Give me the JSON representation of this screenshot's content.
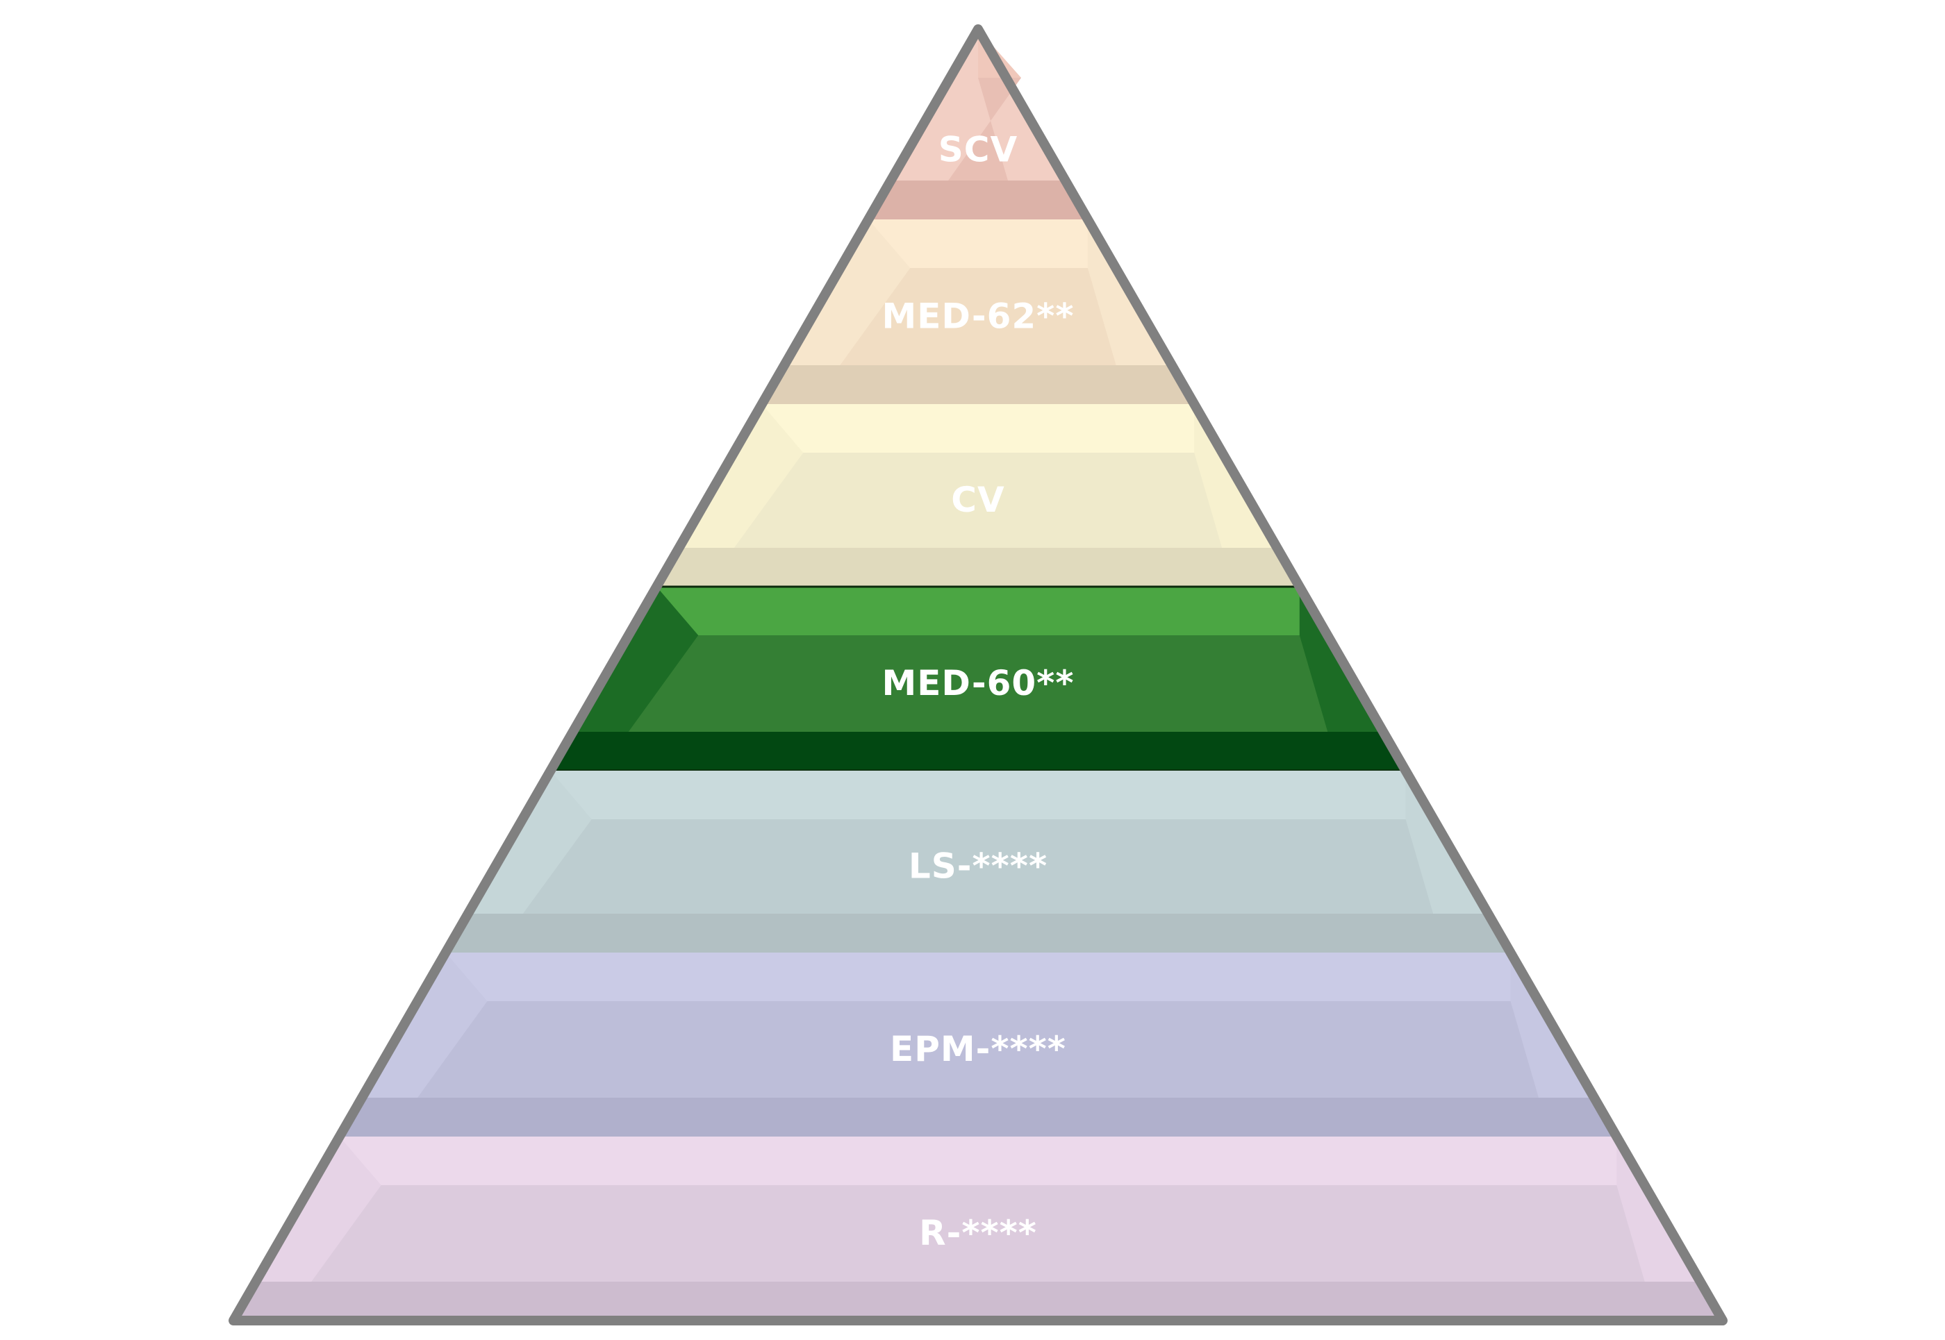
{
  "diagram": {
    "type": "pyramid",
    "outline_color": "#808080",
    "tiers": [
      {
        "label": "SCV",
        "highlighted": false,
        "colors": {
          "top": "#f0c8bb",
          "face": "#e8bfb4",
          "bottom": "#dcb2a8",
          "side": "#f2cfc4"
        }
      },
      {
        "label": "MED-62**",
        "highlighted": false,
        "colors": {
          "top": "#fcebd1",
          "face": "#f1ddc3",
          "bottom": "#dfcfb6",
          "side": "#f7e6cc"
        }
      },
      {
        "label": "CV",
        "highlighted": false,
        "colors": {
          "top": "#fdf7d5",
          "face": "#efeacb",
          "bottom": "#e0dabd",
          "side": "#f7f1cf"
        }
      },
      {
        "label": "MED-60**",
        "highlighted": true,
        "colors": {
          "top": "#4ba643",
          "face": "#347f34",
          "bottom": "#024812",
          "side": "#1c6c25"
        }
      },
      {
        "label": "LS-****",
        "highlighted": false,
        "colors": {
          "top": "#c9dadc",
          "face": "#bdcdd0",
          "bottom": "#b2c0c3",
          "side": "#c5d6d8"
        }
      },
      {
        "label": "EPM-****",
        "highlighted": false,
        "colors": {
          "top": "#cacbe6",
          "face": "#bdbed9",
          "bottom": "#b0b0cc",
          "side": "#c6c7e2"
        }
      },
      {
        "label": "R-****",
        "highlighted": false,
        "colors": {
          "top": "#ecd9eb",
          "face": "#dccbdd",
          "bottom": "#cdbccf",
          "side": "#e6d3e6"
        }
      }
    ]
  }
}
